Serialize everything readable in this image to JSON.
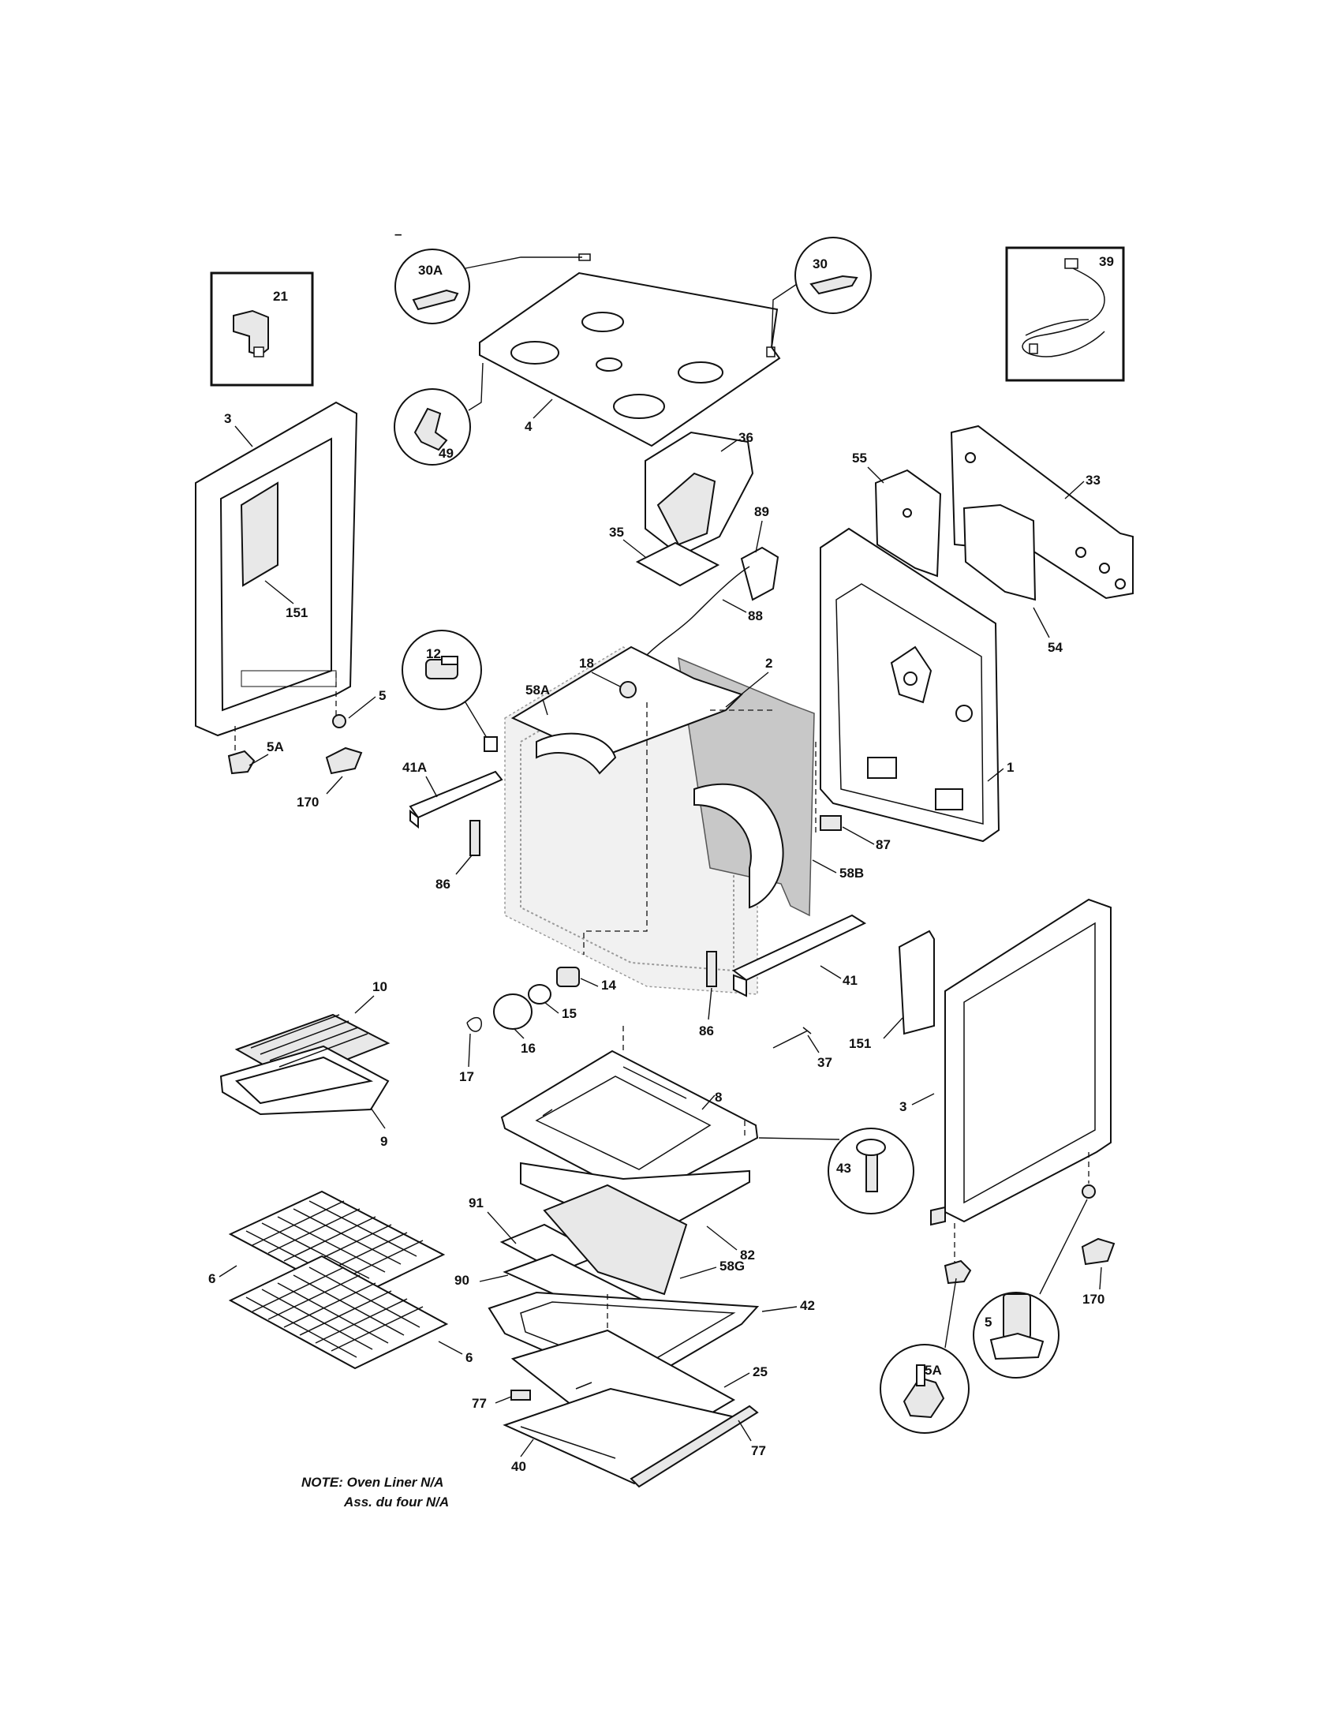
{
  "labels": {
    "p21": "21",
    "p30a": "30A",
    "p30": "30",
    "p39": "39",
    "p49": "49",
    "p4": "4",
    "p3_left": "3",
    "p151_left": "151",
    "p36": "36",
    "p55": "55",
    "p33": "33",
    "p35": "35",
    "p89": "89",
    "p88": "88",
    "p54": "54",
    "p12": "12",
    "p18": "18",
    "p58a": "58A",
    "p2": "2",
    "p5_top": "5",
    "p5a_top": "5A",
    "p170_left": "170",
    "p41a": "41A",
    "p1": "1",
    "p87": "87",
    "p86_left": "86",
    "p58b": "58B",
    "p10": "10",
    "p14": "14",
    "p41": "41",
    "p15": "15",
    "p86_mid": "86",
    "p16": "16",
    "p17": "17",
    "p37": "37",
    "p151_right": "151",
    "p9": "9",
    "p8": "8",
    "p3_right": "3",
    "p43": "43",
    "p82": "82",
    "p91": "91",
    "p6_top": "6",
    "p58g": "58G",
    "p90": "90",
    "p42": "42",
    "p170_right": "170",
    "p6_bottom": "6",
    "p5_bottom": "5",
    "p5a_bottom": "5A",
    "p25": "25",
    "p77_left": "77",
    "p77_right": "77",
    "p40": "40"
  },
  "note": {
    "line1": "NOTE: Oven Liner N/A",
    "line2": "Ass. du four N/A"
  },
  "marks": {
    "dash": "–"
  }
}
